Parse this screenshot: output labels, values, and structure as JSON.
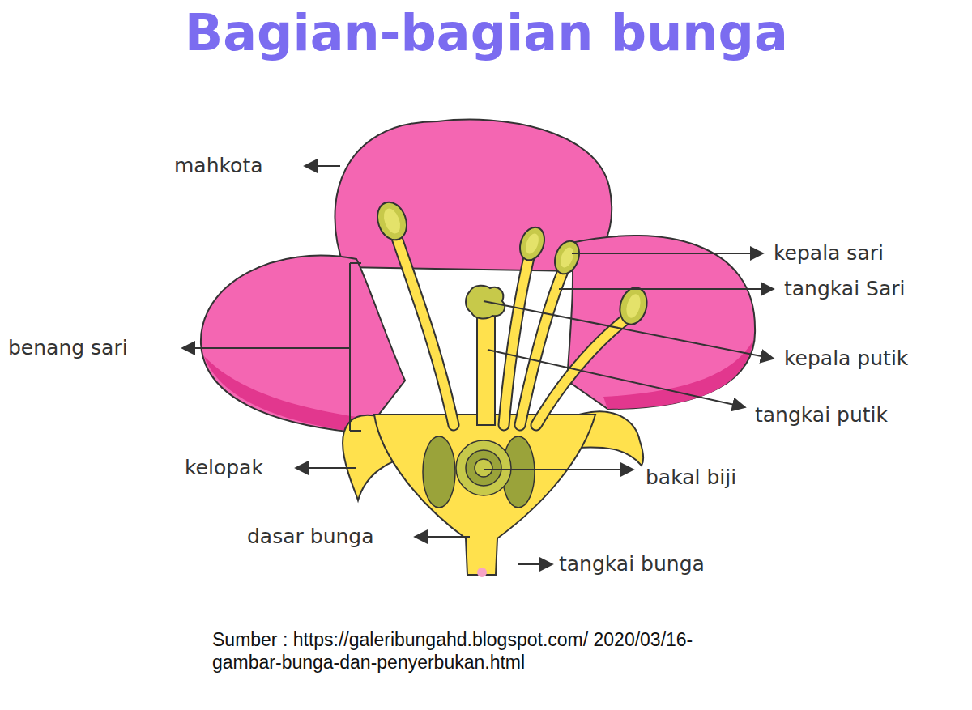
{
  "diagram": {
    "title": "Bagian-bagian bunga",
    "caption": "Sumber : https://galeribungahd.blogspot.com/ 2020/03/16-gambar-bunga-dan-penyerbukan.html",
    "labels": [
      "mahkota",
      "kepala sari",
      "tangkai Sari",
      "benang sari",
      "kepala putik",
      "tangkai putik",
      "kelopak",
      "bakal biji",
      "dasar bunga",
      "tangkai bunga"
    ]
  }
}
